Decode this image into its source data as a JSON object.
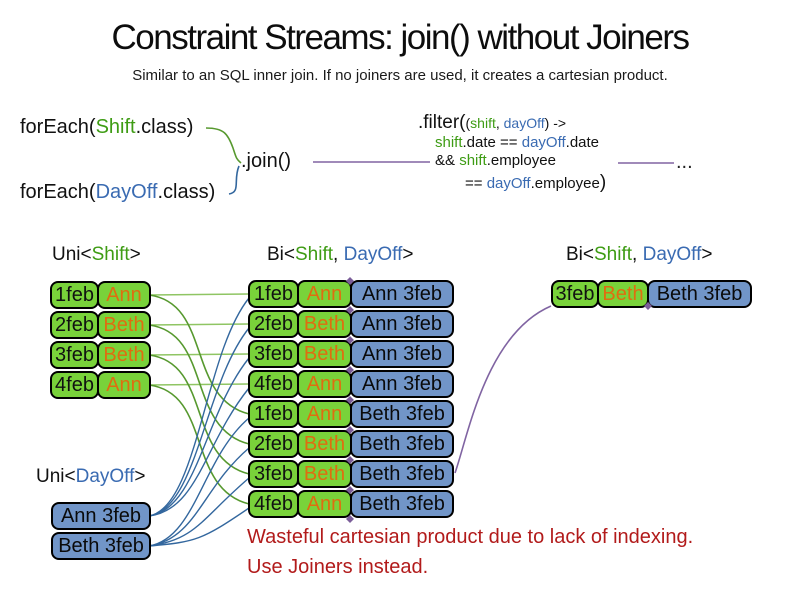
{
  "title": "Constraint Streams: join() without Joiners",
  "subtitle": "Similar to an SQL inner join. If no joiners are used, it creates a cartesian product.",
  "code": {
    "foreach_shift": {
      "pre": "forEach(",
      "cls": "Shift",
      "post": ".class)"
    },
    "foreach_dayoff": {
      "pre": "forEach(",
      "cls": "DayOff",
      "post": ".class)"
    },
    "join": ".join()",
    "filter": {
      "call": ".filter(",
      "paren_open": "(",
      "arg_shift": "shift",
      "comma": ", ",
      "arg_dayoff": "dayOff",
      "arrow": ") ->",
      "l2_shift": "shift",
      "l2_mid": ".date == ",
      "l2_dayoff": "dayOff",
      "l2_end": ".date",
      "l3_and": "&& ",
      "l3_shift": "shift",
      "l3_end": ".employee",
      "l4_eq": "== ",
      "l4_dayoff": "dayOff",
      "l4_end": ".employee",
      "close": ")"
    },
    "ellipsis": "..."
  },
  "headers": {
    "uni_shift": {
      "pre": "Uni<",
      "name": "Shift",
      "post": ">"
    },
    "bi_mid": {
      "pre": "Bi<",
      "shift": "Shift",
      "comma": ", ",
      "dayoff": "DayOff",
      "post": ">"
    },
    "bi_right": {
      "pre": "Bi<",
      "shift": "Shift",
      "comma": ", ",
      "dayoff": "DayOff",
      "post": ">"
    },
    "uni_dayoff": {
      "pre": "Uni<",
      "name": "DayOff",
      "post": ">"
    }
  },
  "tables": {
    "uni_shift": {
      "rows": [
        {
          "date": "1feb",
          "name": "Ann"
        },
        {
          "date": "2feb",
          "name": "Beth"
        },
        {
          "date": "3feb",
          "name": "Beth"
        },
        {
          "date": "4feb",
          "name": "Ann"
        }
      ]
    },
    "bi_mid": {
      "rows": [
        {
          "date": "1feb",
          "name": "Ann",
          "pair": "Ann 3feb"
        },
        {
          "date": "2feb",
          "name": "Beth",
          "pair": "Ann 3feb"
        },
        {
          "date": "3feb",
          "name": "Beth",
          "pair": "Ann 3feb"
        },
        {
          "date": "4feb",
          "name": "Ann",
          "pair": "Ann 3feb"
        },
        {
          "date": "1feb",
          "name": "Ann",
          "pair": "Beth 3feb"
        },
        {
          "date": "2feb",
          "name": "Beth",
          "pair": "Beth 3feb"
        },
        {
          "date": "3feb",
          "name": "Beth",
          "pair": "Beth 3feb"
        },
        {
          "date": "4feb",
          "name": "Ann",
          "pair": "Beth 3feb"
        }
      ]
    },
    "bi_right": {
      "rows": [
        {
          "date": "3feb",
          "name": "Beth",
          "pair": "Beth 3feb"
        }
      ]
    },
    "uni_dayoff": {
      "rows": [
        {
          "pair": "Ann 3feb"
        },
        {
          "pair": "Beth 3feb"
        }
      ]
    }
  },
  "warning": {
    "line1": "Wasteful cartesian product due to lack of indexing.",
    "line2": "Use Joiners instead."
  },
  "colors": {
    "shift_green_fill": "#79D23A",
    "dayoff_blue_fill": "#7195C8",
    "shift_text_green": "#3E9C14",
    "dayoff_text_blue": "#3A6BB2",
    "employee_orange": "#E06D10",
    "warning_red": "#B21B1B",
    "join_purple": "#8064A2",
    "link_green": "#57992F",
    "link_blue": "#33679E"
  }
}
